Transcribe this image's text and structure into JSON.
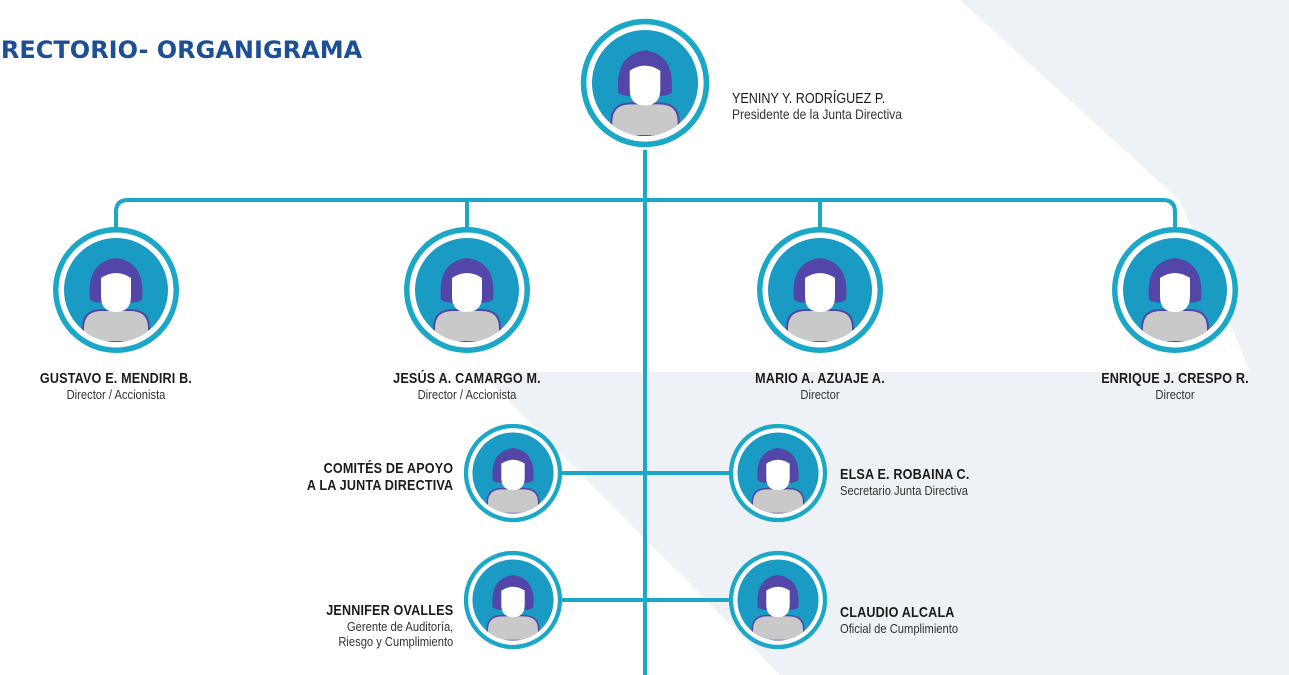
{
  "title": "IRECTORIO- ORGANIGRAMA",
  "colors": {
    "title": "#1d4f96",
    "connector": "#1aa8c6",
    "avatar_ring": "#1aa8c6",
    "avatar_inner": "#1a9bc4",
    "person_head": "#5246a8",
    "person_body": "#c9c9c9",
    "background_band": "#eef1f6"
  },
  "people": {
    "president": {
      "name": "YENINY Y. RODRÍGUEZ P.",
      "role": "Presidente de la Junta Directiva",
      "icon": "person-avatar-icon"
    },
    "director_1": {
      "name": "GUSTAVO E. MENDIRI B.",
      "role": "Director / Accionista",
      "icon": "person-avatar-icon"
    },
    "director_2": {
      "name": "JESÚS A. CAMARGO M.",
      "role": "Director / Accionista",
      "icon": "person-avatar-icon"
    },
    "director_3": {
      "name": "MARIO A. AZUAJE A.",
      "role": "Director",
      "icon": "person-avatar-icon"
    },
    "director_4": {
      "name": "ENRIQUE J. CRESPO R.",
      "role": "Director",
      "icon": "person-avatar-icon"
    },
    "committees": {
      "line1": "COMITÉS DE APOYO",
      "line2": "A LA JUNTA DIRECTIVA",
      "icon": "person-avatar-icon"
    },
    "secretary": {
      "name": "ELSA E. ROBAINA C.",
      "role": "Secretario Junta Directiva",
      "icon": "person-avatar-icon"
    },
    "audit": {
      "name": "JENNIFER OVALLES",
      "role_line1": "Gerente de Auditoría,",
      "role_line2": "Riesgo y Cumplimiento",
      "icon": "person-avatar-icon"
    },
    "compliance": {
      "name": "CLAUDIO ALCALA",
      "role": "Oficial de Cumplimiento",
      "icon": "person-avatar-icon"
    }
  }
}
